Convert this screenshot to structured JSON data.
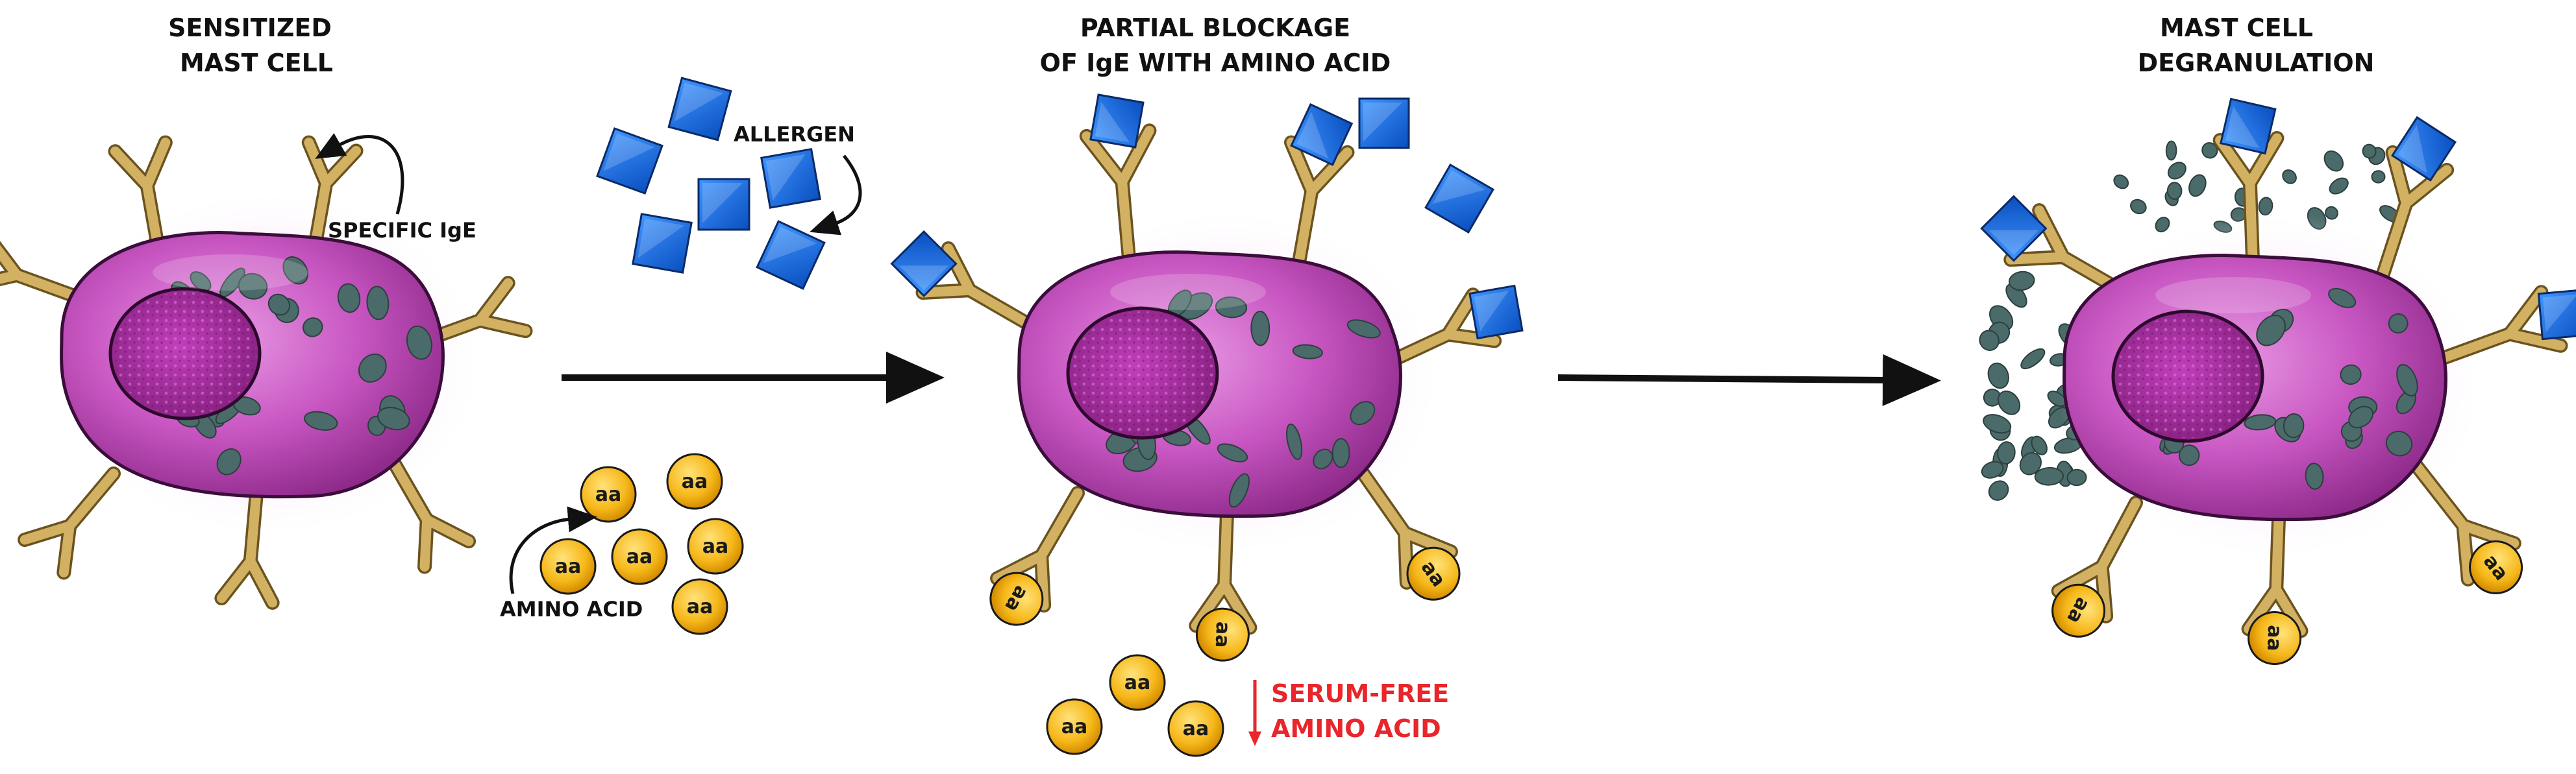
{
  "stage1": {
    "title_line1": "SENSITIZED",
    "title_line2": "MAST CELL",
    "ige_label": "SPECIFIC IgE"
  },
  "stage2": {
    "title_line1": "PARTIAL BLOCKAGE",
    "title_line2": "OF IgE WITH AMINO ACID"
  },
  "stage3": {
    "title_line1": "MAST CELL",
    "title_line2": "DEGRANULATION"
  },
  "allergen_label": "ALLERGEN",
  "amino_acid_label": "AMINO ACID",
  "aa_text": "aa",
  "serum_line1": "SERUM-FREE",
  "serum_line2": "AMINO ACID",
  "colors": {
    "cell_fill": "#c04cbc",
    "nucleus": "#a0289c",
    "granule": "#4a6b6a",
    "receptor": "#d2b163",
    "allergen": "#1a6ad8",
    "amino_acid": "#f5b81c",
    "arrow": "#111111",
    "serum_red": "#e8262b"
  }
}
